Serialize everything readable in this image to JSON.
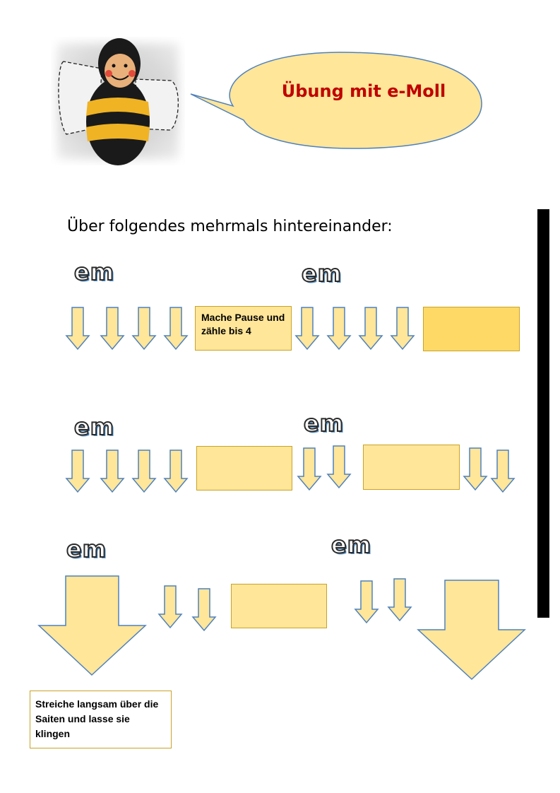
{
  "header": {
    "title": "Übung mit e-Moll"
  },
  "instruction": "Über folgendes mehrmals hintereinander:",
  "chords": [
    "em",
    "em",
    "em",
    "em",
    "em",
    "em"
  ],
  "rest_label": "Mache Pause und zähle bis 4",
  "strum_note": "Streiche langsam über die Saiten und lasse sie klingen",
  "colors": {
    "arrow_fill": "#ffe699",
    "arrow_stroke": "#4f81bd",
    "box_fill": "#ffe699",
    "title": "#c00000"
  }
}
